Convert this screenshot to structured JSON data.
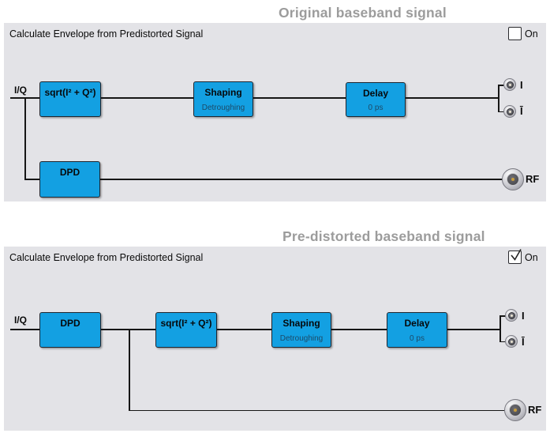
{
  "colors": {
    "panel_bg": "#e3e3e7",
    "block_fill": "#13a0e2",
    "block_subtext": "#1d4a68",
    "title_gray": "#9c9c9c",
    "wire": "#161616",
    "rf_center_dot": "#c79d3e"
  },
  "panels": [
    {
      "title": "Original baseband signal",
      "header": {
        "label": "Calculate Envelope from Predistorted Signal",
        "on_label": "On",
        "checked": false
      },
      "input_label": "I/Q",
      "blocks": {
        "sqrt": {
          "title": "sqrt(I² + Q²)",
          "subtitle": ""
        },
        "shaping": {
          "title": "Shaping",
          "subtitle": "Detroughing"
        },
        "delay": {
          "title": "Delay",
          "subtitle": "0 ps"
        },
        "dpd": {
          "title": "DPD",
          "subtitle": ""
        }
      },
      "outputs": {
        "i": "I",
        "i_inv": "Ī",
        "rf": "RF"
      }
    },
    {
      "title": "Pre-distorted baseband signal",
      "header": {
        "label": "Calculate Envelope from Predistorted Signal",
        "on_label": "On",
        "checked": true
      },
      "input_label": "I/Q",
      "blocks": {
        "dpd": {
          "title": "DPD",
          "subtitle": ""
        },
        "sqrt": {
          "title": "sqrt(I² + Q²)",
          "subtitle": ""
        },
        "shaping": {
          "title": "Shaping",
          "subtitle": "Detroughing"
        },
        "delay": {
          "title": "Delay",
          "subtitle": "0 ps"
        }
      },
      "outputs": {
        "i": "I",
        "i_inv": "Ī",
        "rf": "RF"
      }
    }
  ]
}
